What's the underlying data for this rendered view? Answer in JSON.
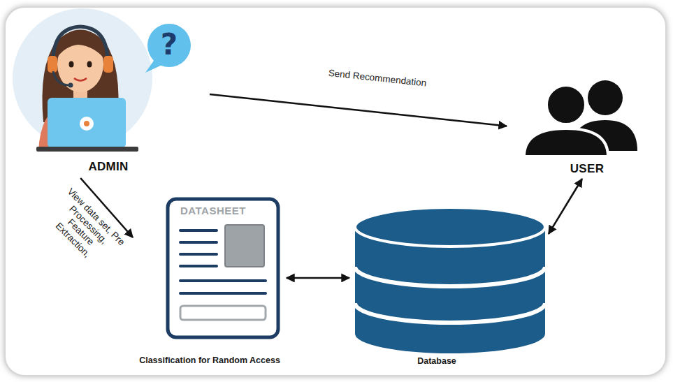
{
  "diagram": {
    "nodes": [
      {
        "text": [
          "ADMIN"
        ]
      },
      {
        "text": [
          "USER"
        ]
      },
      {
        "text": [
          "DATASHEET",
          "Classification for Random Access"
        ]
      },
      {
        "text": [
          "Database"
        ]
      }
    ],
    "edges": [
      {
        "from": 0,
        "to": 1,
        "arrow": "to",
        "label": "Send Recommendation"
      },
      {
        "from": 0,
        "to": 2,
        "arrow": "to",
        "label": "View data set, Pre Processing, Feature Extraction,"
      },
      {
        "from": 2,
        "to": 3,
        "arrow": "both"
      },
      {
        "from": 3,
        "to": 1,
        "arrow": "both"
      }
    ],
    "labels": [
      "?"
    ]
  }
}
